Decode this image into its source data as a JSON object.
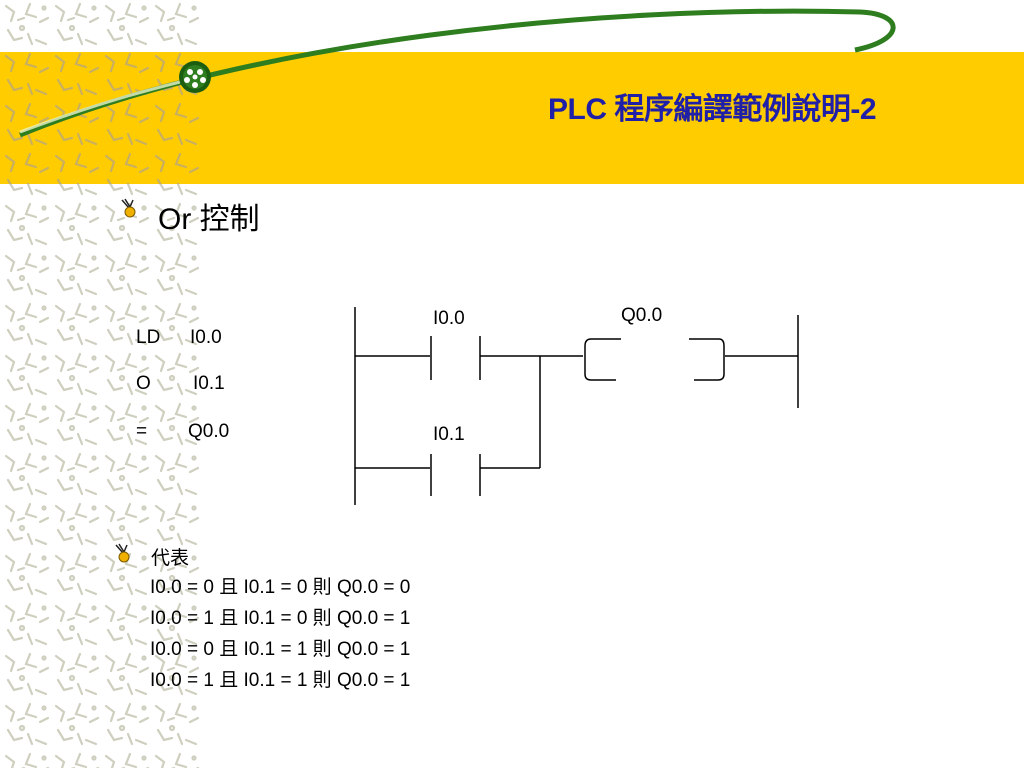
{
  "slide": {
    "title": "PLC 程序編譯範例說明-2",
    "heading": "Or 控制",
    "instructions": [
      {
        "op": "LD",
        "operand": "I0.0"
      },
      {
        "op": "O",
        "operand": "I0.1"
      },
      {
        "op": "=",
        "operand": "Q0.0"
      }
    ],
    "diagram": {
      "contact1": "I0.0",
      "contact2": "I0.1",
      "coil": "Q0.0"
    },
    "notes": {
      "title": "代表",
      "lines": [
        "I0.0 = 0 且 I0.1 = 0 則 Q0.0 = 0",
        "I0.0 = 1 且 I0.1 = 0 則 Q0.0 = 1",
        "I0.0 = 0 且 I0.1 = 1 則 Q0.0 = 1",
        "I0.0 = 1 且 I0.1 = 1 則 Q0.0 = 1"
      ]
    },
    "colors": {
      "header_band": "#ffcc00",
      "title": "#1f1fa8",
      "swoosh": "#2e7d1e"
    },
    "icons": [
      "decorative-pattern",
      "green-orb-icon",
      "bullet-icon"
    ]
  }
}
